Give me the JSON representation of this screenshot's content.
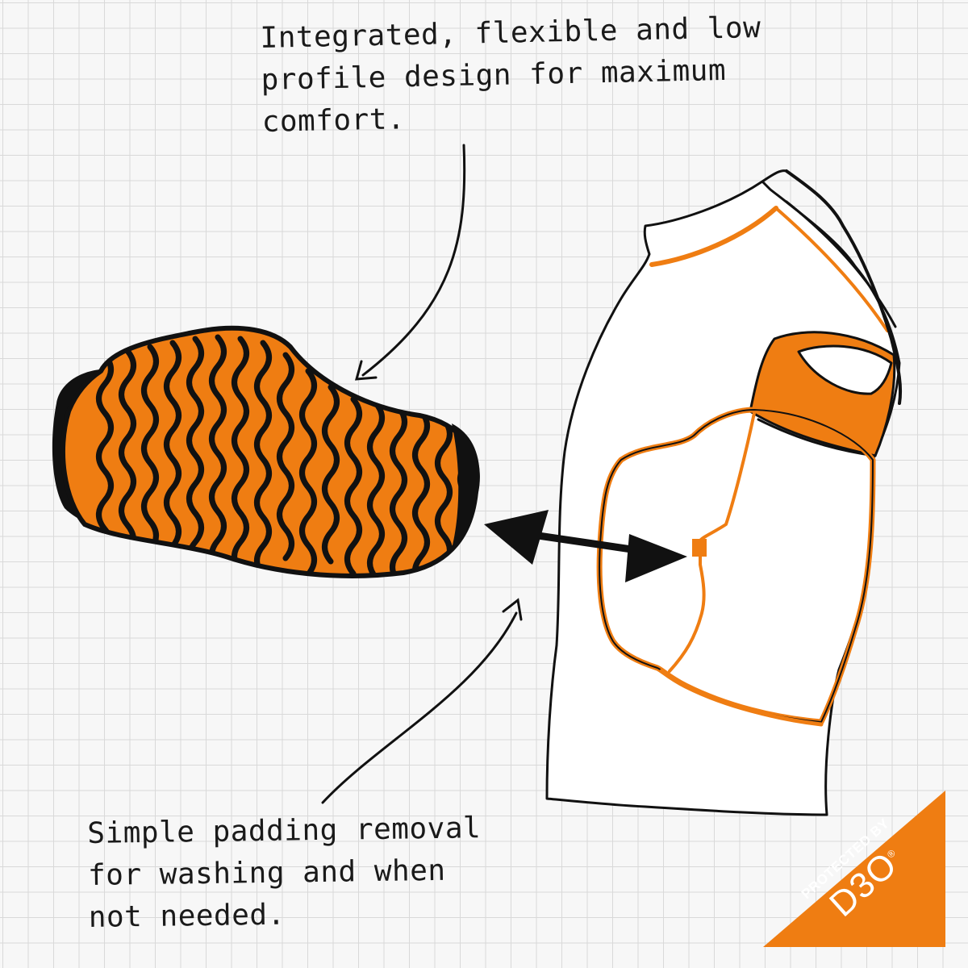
{
  "colors": {
    "accent_orange": "#ef7d12",
    "ink": "#111111",
    "grid": "#d9d9d9",
    "paper": "#f7f7f7"
  },
  "annotations": {
    "top": {
      "line1": "Integrated, flexible and low",
      "line2": "profile design for maximum",
      "line3": "comfort."
    },
    "bottom": {
      "line1": "Simple padding removal",
      "line2": "for washing and when",
      "line3": "not needed."
    }
  },
  "badge": {
    "line1": "PROTECTED BY",
    "brand": "D3O",
    "trademark": "®"
  },
  "illustrations": {
    "pad": "d3o-shoulder-pad",
    "garment": "compression-shirt-side-view",
    "arrows": [
      "arrow-to-pad",
      "double-arrow-pad-to-pocket",
      "arrow-from-removal-text"
    ]
  }
}
